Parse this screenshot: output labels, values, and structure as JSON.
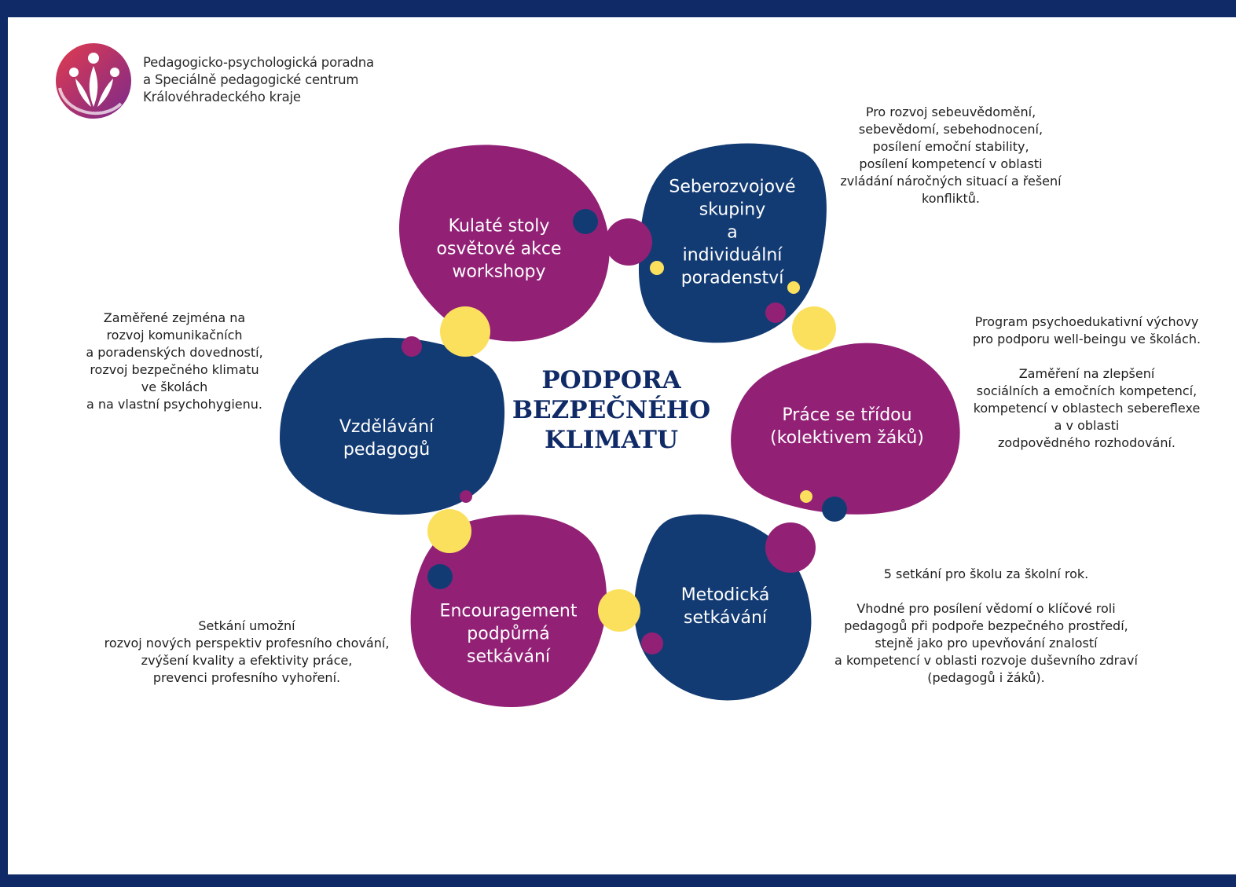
{
  "colors": {
    "navy": "#133b73",
    "purple": "#922176",
    "yellow": "#fbe05e",
    "frame": "#0f2a66"
  },
  "logo": {
    "icon": "flower-people-logo-icon",
    "lines": [
      "Pedagogicko-psychologická poradna",
      "a Speciálně pedagogické centrum",
      "Královéhradeckého kraje"
    ]
  },
  "center_title": [
    "PODPORA",
    "BEZPEČNÉHO",
    "KLIMATU"
  ],
  "petals": {
    "kulate": [
      "Kulaté stoly",
      "osvětové akce",
      "workshopy"
    ],
    "seberozvojove": [
      "Seberozvojové",
      "skupiny",
      "a",
      "individuální",
      "poradenství"
    ],
    "prace": [
      "Práce se třídou",
      "(kolektivem žáků)"
    ],
    "metodicka": [
      "Metodická",
      "setkávání"
    ],
    "encouragement": [
      "Encouragement",
      "podpůrná",
      "setkávání"
    ],
    "vzdelavani": [
      "Vzdělávání",
      "pedagogů"
    ]
  },
  "descriptions": {
    "seberozvojove": [
      "Pro rozvoj sebeuvědomění,",
      "sebevědomí, sebehodnocení,",
      "posílení emoční stability,",
      "posílení kompetencí v oblasti",
      "zvládání náročných situací a řešení",
      "konfliktů."
    ],
    "prace": [
      "Program psychoedukativní výchovy",
      "pro podporu well-beingu ve školách.",
      "",
      "Zaměření na zlepšení",
      "sociálních a emočních kompetencí,",
      "kompetencí v oblastech sebereflexe",
      "a v oblasti",
      "zodpovědného rozhodování."
    ],
    "metodicka": [
      "5 setkání pro školu za školní rok.",
      "",
      "Vhodné pro posílení vědomí o klíčové roli",
      "pedagogů při podpoře bezpečného prostředí,",
      "stejně jako pro upevňování znalostí",
      "a kompetencí v oblasti rozvoje duševního zdraví",
      "(pedagogů i žáků)."
    ],
    "encouragement": [
      "Setkání umožní",
      "rozvoj nových perspektiv profesního chování,",
      "zvýšení kvality a efektivity práce,",
      "prevenci profesního vyhoření."
    ],
    "vzdelavani": [
      "Zaměřené zejména na",
      "rozvoj komunikačních",
      "a poradenských dovedností,",
      "rozvoj bezpečného klimatu",
      "ve školách",
      "a na vlastní psychohygienu."
    ]
  }
}
